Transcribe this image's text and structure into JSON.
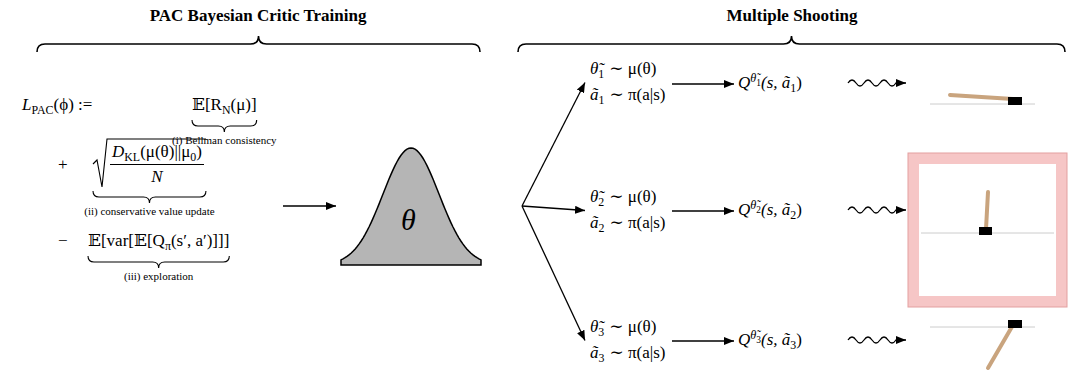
{
  "diagram": {
    "nodes": [
      {
        "text": [
          "L",
          "PAC",
          "(ϕ) :=",
          "𝔼[R",
          "N",
          "(μ)]",
          "(i) Bellman consistency",
          "+",
          "D",
          "KL",
          "(μ(θ)||μ",
          "0",
          ")",
          "N",
          "(ii) conservative value update",
          "−",
          "𝔼[var[𝔼[Q",
          "π",
          "(s′, a′)]]]",
          "(iii) exploration"
        ]
      },
      {
        "text": [
          "θ"
        ]
      },
      {
        "text": [
          "θ̃",
          "1",
          "∼ μ(θ)",
          "ã",
          "1",
          "∼ π(a|s)"
        ]
      },
      {
        "text": [
          "Q",
          "θ̃",
          "1",
          "(s, ã",
          "1",
          ")"
        ]
      },
      {
        "text": [
          "θ̃",
          "2",
          "∼ μ(θ)",
          "ã",
          "2",
          "∼ π(a|s)"
        ]
      },
      {
        "text": [
          "Q",
          "θ̃",
          "2",
          "(s, ã",
          "2",
          ")"
        ]
      },
      {
        "text": [
          "θ̃",
          "3",
          "∼ μ(θ)",
          "ã",
          "3",
          "∼ π(a|s)"
        ]
      },
      {
        "text": [
          "Q",
          "θ̃",
          "3",
          "(s, ã",
          "3",
          ")"
        ]
      }
    ],
    "edges": [
      {
        "from": 0,
        "to": 1,
        "arrow": "to"
      },
      {
        "from": 1,
        "to": 2,
        "arrow": "to"
      },
      {
        "from": 1,
        "to": 4,
        "arrow": "to"
      },
      {
        "from": 1,
        "to": 6,
        "arrow": "to"
      },
      {
        "from": 2,
        "to": 3,
        "arrow": "to"
      },
      {
        "from": 4,
        "to": 5,
        "arrow": "to"
      },
      {
        "from": 6,
        "to": 7,
        "arrow": "to"
      }
    ],
    "labels": [
      "PAC Bayesian Critic Training",
      "Multiple Shooting"
    ]
  }
}
